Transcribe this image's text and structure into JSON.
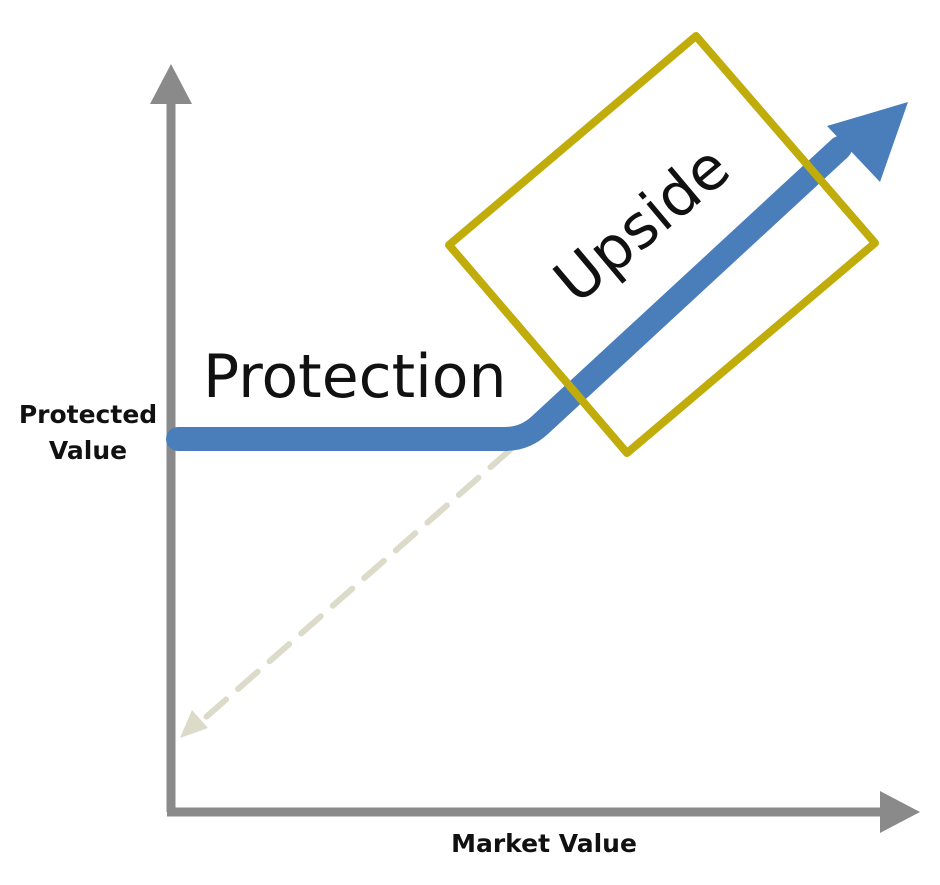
{
  "labels": {
    "y_axis_line1": "Protected",
    "y_axis_line2": "Value",
    "x_axis": "Market Value",
    "protection": "Protection",
    "upside": "Upside"
  },
  "colors": {
    "axis": "#8a8a8a",
    "payoff_line": "#4a7ebb",
    "upside_box": "#c0ac0a",
    "dashed_line": "#dcdbc9",
    "text": "#111111"
  }
}
